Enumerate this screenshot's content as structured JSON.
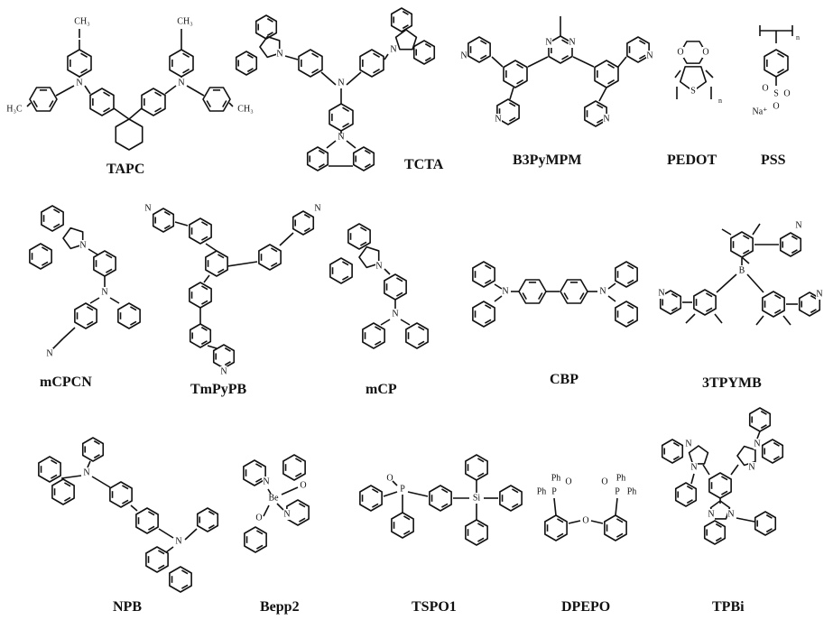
{
  "molecules": [
    {
      "id": "tapc",
      "name": "TAPC"
    },
    {
      "id": "tcta",
      "name": "TCTA"
    },
    {
      "id": "b3pympm",
      "name": "B3PyMPM"
    },
    {
      "id": "pedot",
      "name": "PEDOT"
    },
    {
      "id": "pss",
      "name": "PSS"
    },
    {
      "id": "mcpcn",
      "name": "mCPCN"
    },
    {
      "id": "tmpypb",
      "name": "TmPyPB"
    },
    {
      "id": "mcp",
      "name": "mCP"
    },
    {
      "id": "cbp",
      "name": "CBP"
    },
    {
      "id": "3tpymb",
      "name": "3TPYMB"
    },
    {
      "id": "npb",
      "name": "NPB"
    },
    {
      "id": "bepp2",
      "name": "Bepp2"
    },
    {
      "id": "tspo1",
      "name": "TSPO1"
    },
    {
      "id": "dpepo",
      "name": "DPEPO"
    },
    {
      "id": "tpbi",
      "name": "TPBi"
    }
  ],
  "atoms": {
    "ch3": "CH₃",
    "h3c": "H₃C",
    "n": "N",
    "o": "O",
    "s": "S",
    "si": "Si",
    "p": "P",
    "be": "Be",
    "b": "B",
    "ph": "Ph",
    "na": "Na⁺",
    "so3": "S",
    "n_sub": "n"
  }
}
